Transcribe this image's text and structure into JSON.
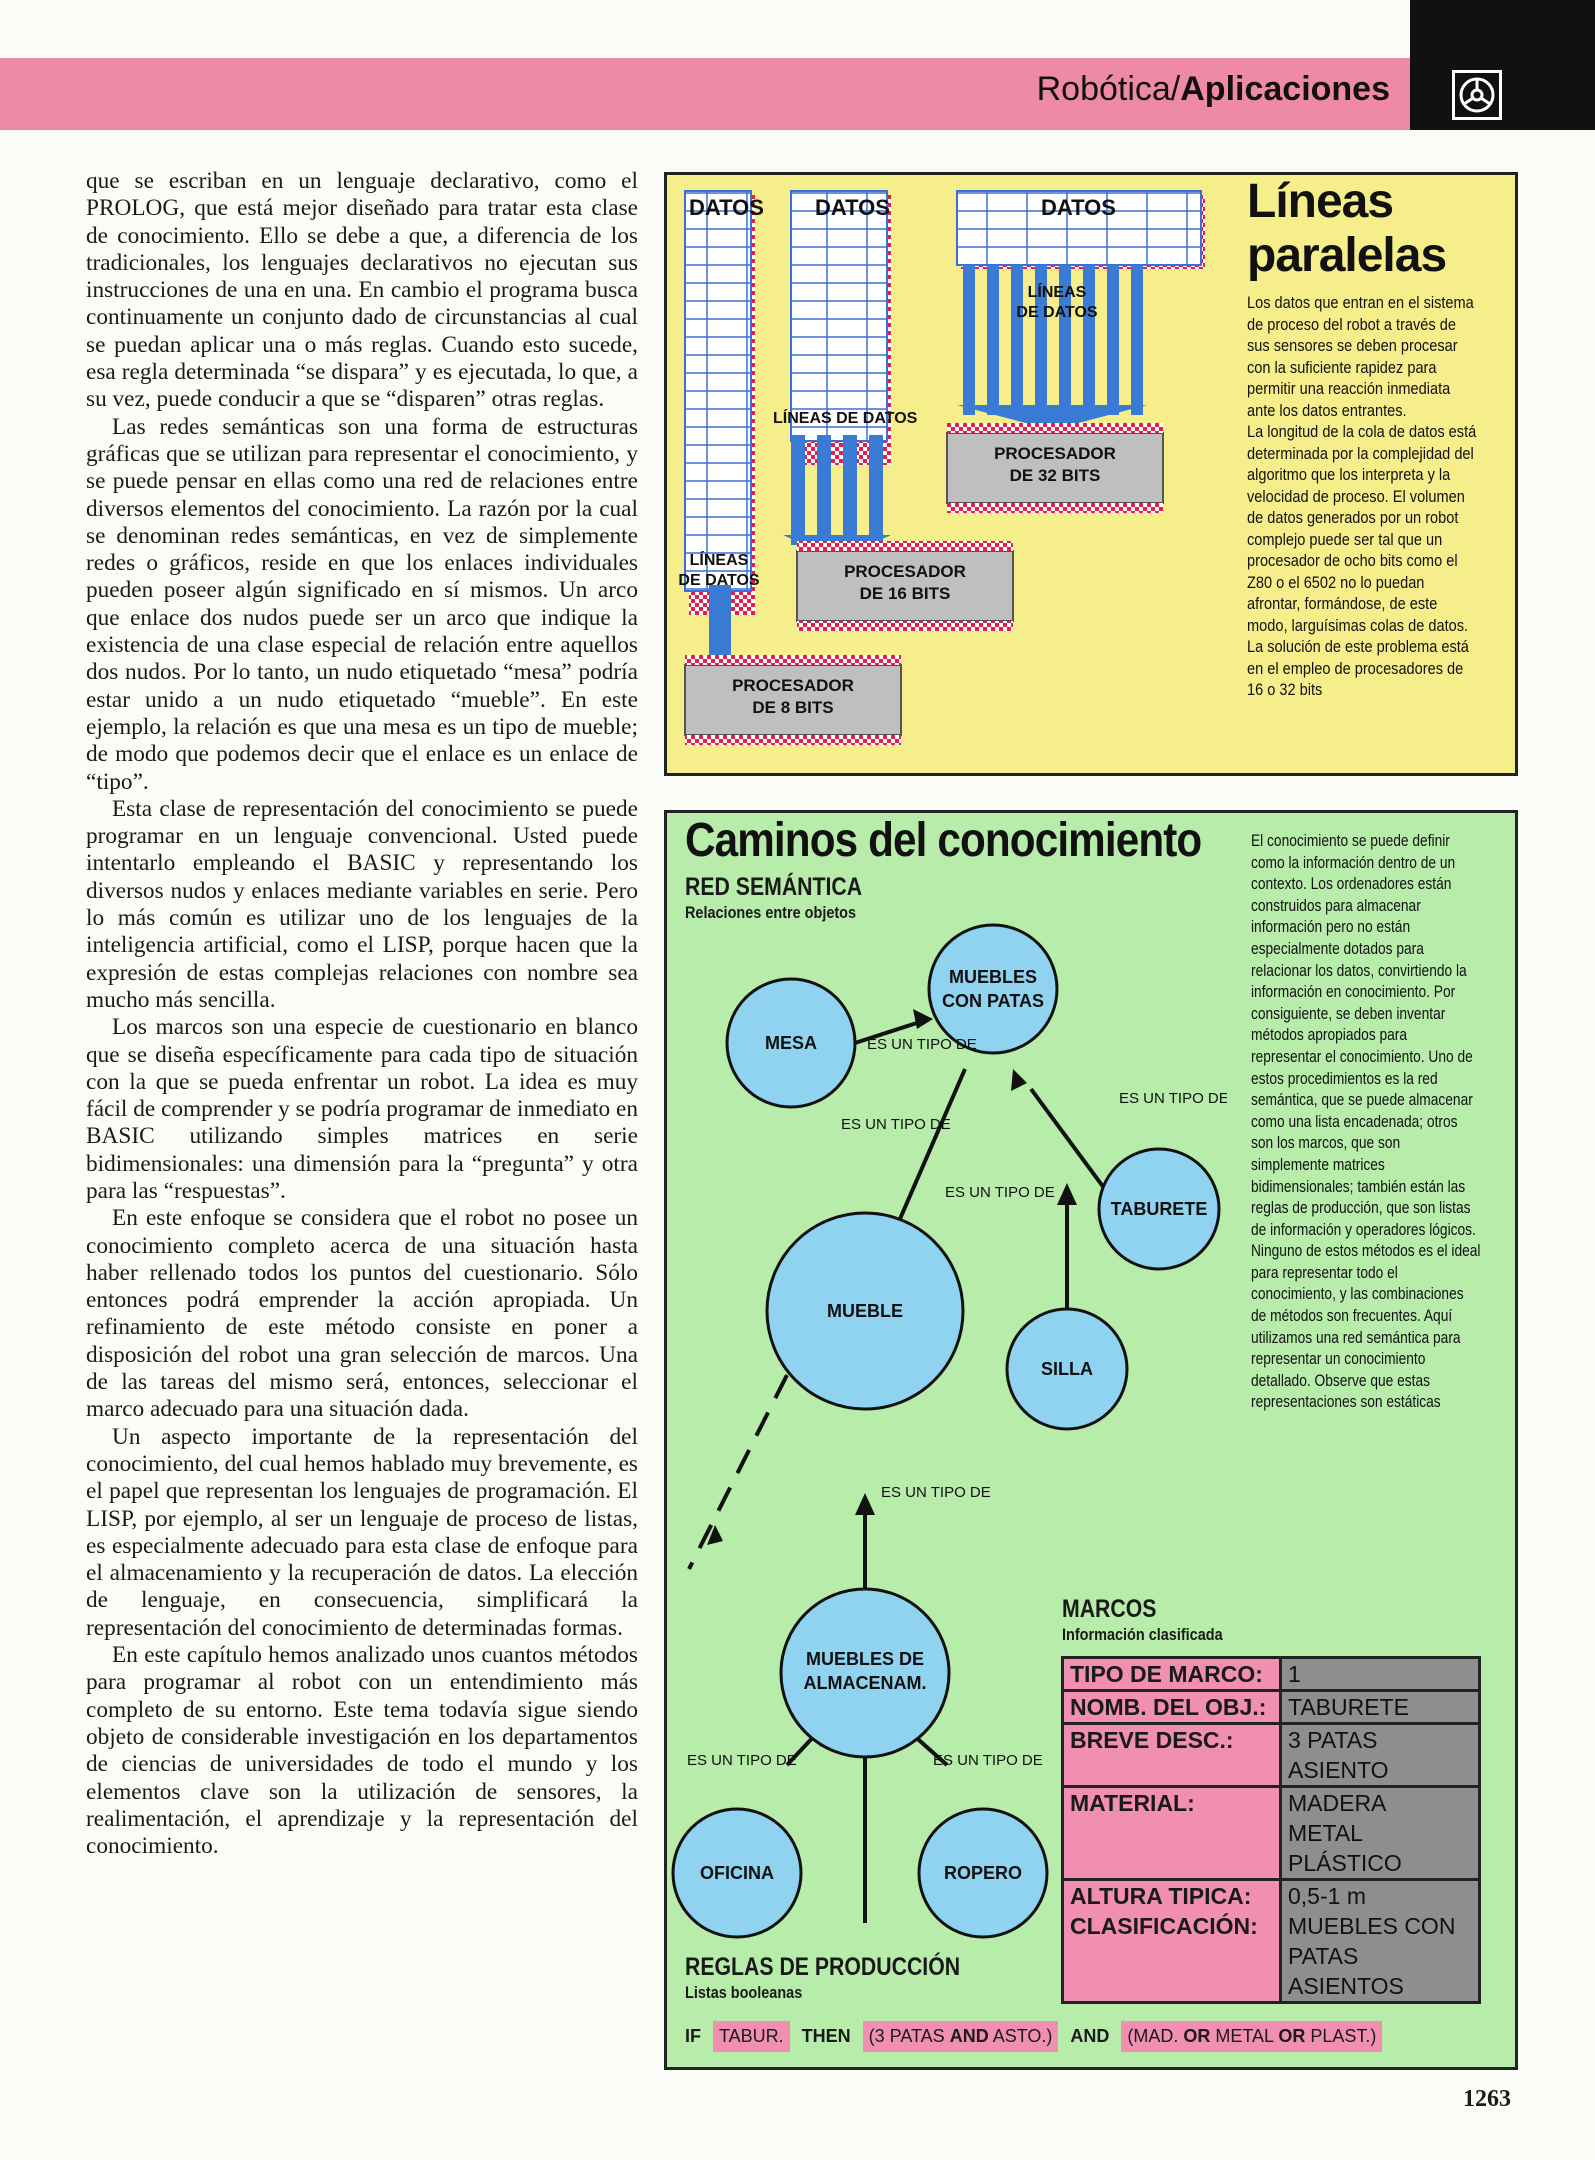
{
  "header": {
    "section": "Robótica/",
    "subsection": "Aplicaciones",
    "icon": "steering-wheel-icon"
  },
  "main_text": [
    "que se escriban en un lenguaje declarativo, como el PROLOG, que está mejor diseñado para tratar esta clase de conocimiento. Ello se debe a que, a diferencia de los tradicionales, los lenguajes declarativos no ejecutan sus instrucciones de una en una. En cambio el programa busca continuamente un conjunto dado de circunstancias al cual se puedan aplicar una o más reglas. Cuando esto sucede, esa regla determinada “se dispara” y es ejecutada, lo que, a su vez, puede conducir a que se “disparen” otras reglas.",
    "Las redes semánticas son una forma de estructuras gráficas que se utilizan para representar el conocimiento, y se puede pensar en ellas como una red de relaciones entre diversos elementos del conocimiento. La razón por la cual se denominan redes semánticas, en vez de simplemente redes o gráficos, reside en que los enlaces individuales pueden poseer algún significado en sí mismos. Un arco que enlace dos nudos puede ser un arco que indique la existencia de una clase especial de relación entre aquellos dos nudos. Por lo tanto, un nudo etiquetado “mesa” podría estar unido a un nudo etiquetado “mueble”. En este ejemplo, la relación es que una mesa es un tipo de mueble; de modo que podemos decir que el enlace es un enlace de “tipo”.",
    "Esta clase de representación del conocimiento se puede programar en un lenguaje convencional. Usted puede intentarlo empleando el BASIC y representando los diversos nudos y enlaces mediante variables en serie. Pero lo más común es utilizar uno de los lenguajes de la inteligencia artificial, como el LISP, porque hacen que la expresión de estas complejas relaciones con nombre sea mucho más sencilla.",
    "Los marcos son una especie de cuestionario en blanco que se diseña específicamente para cada tipo de situación con la que se pueda enfrentar un robot. La idea es muy fácil de comprender y se podría programar de inmediato en BASIC utilizando simples matrices en serie bidimensionales: una dimensión para la “pregunta” y otra para las “respuestas”.",
    "En este enfoque se considera que el robot no posee un conocimiento completo acerca de una situación hasta haber rellenado todos los puntos del cuestionario. Sólo entonces podrá emprender la acción apropiada. Un refinamiento de este método consiste en poner a disposición del robot una gran selección de marcos. Una de las tareas del mismo será, entonces, seleccionar el marco adecuado para una situación dada.",
    "Un aspecto importante de la representación del conocimiento, del cual hemos hablado muy brevemente, es el papel que representan los lenguajes de programación. El LISP, por ejemplo, al ser un lenguaje de proceso de listas, es especialmente adecuado para esta clase de enfoque para el almacenamiento y la recuperación de datos. La elección de lenguaje, en consecuencia, simplificará la representación del conocimiento de determinadas formas.",
    "En este capítulo hemos analizado unos cuantos métodos para programar al robot con un entendimiento más completo de su entorno. Este tema todavía sigue siendo objeto de considerable investigación en los departamentos de ciencias de universidades de todo el mundo y los elementos clave son la utilización de sensores, la realimentación, el aprendizaje y la representación del conocimiento."
  ],
  "lineas": {
    "title_line1": "Líneas",
    "title_line2": "paralelas",
    "text_p1": "Los datos que entran en el sistema de proceso del robot a través de sus sensores se deben procesar con la suficiente rapidez para permitir una reacción inmediata ante los datos entrantes.",
    "text_p2": "La longitud de la cola de datos está determinada por la complejidad del algoritmo que los interpreta y la velocidad de proceso. El volumen de datos generados por un robot complejo puede ser tal que un procesador de ocho bits como el Z80 o el 6502 no lo puedan afrontar, formándose, de este modo, larguísimas colas de datos. La solución de este problema está en el empleo de procesadores de 16 o 32 bits",
    "datos_label": "DATOS",
    "lineas_label_1": "LÍNEAS",
    "lineas_label_2": "DE DATOS",
    "lineas_de_datos": "LÍNEAS DE DATOS",
    "proc8_1": "PROCESADOR",
    "proc8_2": "DE 8 BITS",
    "proc16_1": "PROCESADOR",
    "proc16_2": "DE 16 BITS",
    "proc32_1": "PROCESADOR",
    "proc32_2": "DE 32 BITS"
  },
  "caminos": {
    "title": "Caminos del conocimiento",
    "red_title": "RED SEMÁNTICA",
    "red_sub": "Relaciones entre objetos",
    "nodes": {
      "mesa": "MESA",
      "muebles_patas_1": "MUEBLES",
      "muebles_patas_2": "CON PATAS",
      "taburete": "TABURETE",
      "mueble": "MUEBLE",
      "silla": "SILLA",
      "almacen_1": "MUEBLES DE",
      "almacen_2": "ALMACENAM.",
      "oficina": "OFICINA",
      "ropero": "ROPERO"
    },
    "edge_label": "ES UN TIPO DE",
    "text": [
      "El conocimiento se puede definir como la información dentro de un contexto. Los ordenadores están construidos para almacenar información pero no están especialmente dotados para relacionar los datos, convirtiendo la información en conocimiento. Por consiguiente, se deben inventar métodos apropiados para representar el conocimiento. Uno de estos procedimientos es la red semántica, que se puede almacenar como una lista encadenada; otros son los marcos, que son simplemente matrices bidimensionales; también están las reglas de producción, que son listas de información y operadores lógicos.",
      "Ninguno de estos métodos es el ideal para representar todo el conocimiento, y las combinaciones de métodos son frecuentes. Aquí utilizamos una red semántica para representar un conocimiento detallado. Observe que estas representaciones son estáticas"
    ],
    "marcos_title": "MARCOS",
    "marcos_sub": "Información clasificada",
    "marcos_rows": [
      {
        "k1": "TIPO DE MARCO:",
        "k2": "",
        "v1": "1",
        "v2": "",
        "v3": ""
      },
      {
        "k1": "NOMB. DEL OBJ.:",
        "k2": "",
        "v1": "TABURETE",
        "v2": "",
        "v3": ""
      },
      {
        "k1": "BREVE DESC.:",
        "k2": "",
        "v1": "3 PATAS",
        "v2": "ASIENTO",
        "v3": ""
      },
      {
        "k1": "MATERIAL:",
        "k2": "",
        "v1": "MADERA",
        "v2": "METAL",
        "v3": "PLÁSTICO"
      },
      {
        "k1": "ALTURA TIPICA:",
        "k2": "CLASIFICACIÓN:",
        "v1": "0,5-1 m",
        "v2": "MUEBLES CON",
        "v3": "PATAS ASIENTOS"
      }
    ],
    "reglas_title": "REGLAS DE PRODUCCIÓN",
    "reglas_sub": "Listas booleanas",
    "rule": {
      "if": "IF",
      "tabur": "TABUR.",
      "then": "THEN",
      "g1a": "(3 PATAS ",
      "and1": "AND",
      "g1b": " ASTO.)",
      "and2": "AND",
      "g2a": "(MAD. ",
      "or1": "OR",
      "g2b": " METAL ",
      "or2": "OR",
      "g2c": " PLAST.)"
    }
  },
  "page_number": "1263"
}
